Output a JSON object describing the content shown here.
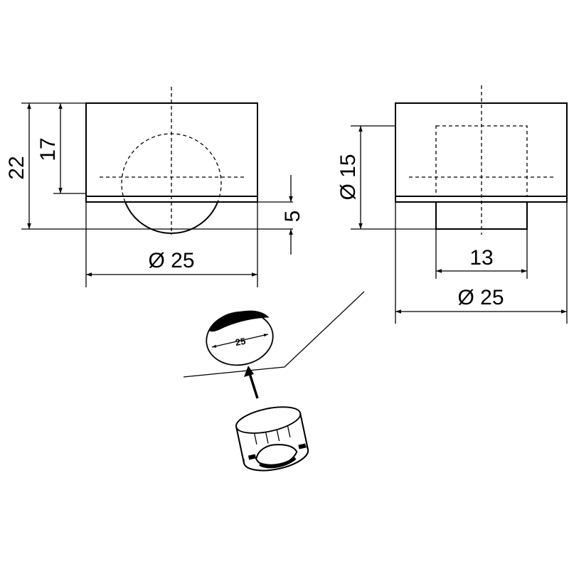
{
  "left_view": {
    "dim_height_total": "22",
    "dim_height_body": "17",
    "dim_ball_protrusion": "5",
    "dim_diameter": "Ø 25"
  },
  "right_view": {
    "dim_stud_diameter": "Ø 15",
    "dim_stud_width": "13",
    "dim_diameter": "Ø 25"
  },
  "install_detail": {
    "hole_size": "25"
  }
}
